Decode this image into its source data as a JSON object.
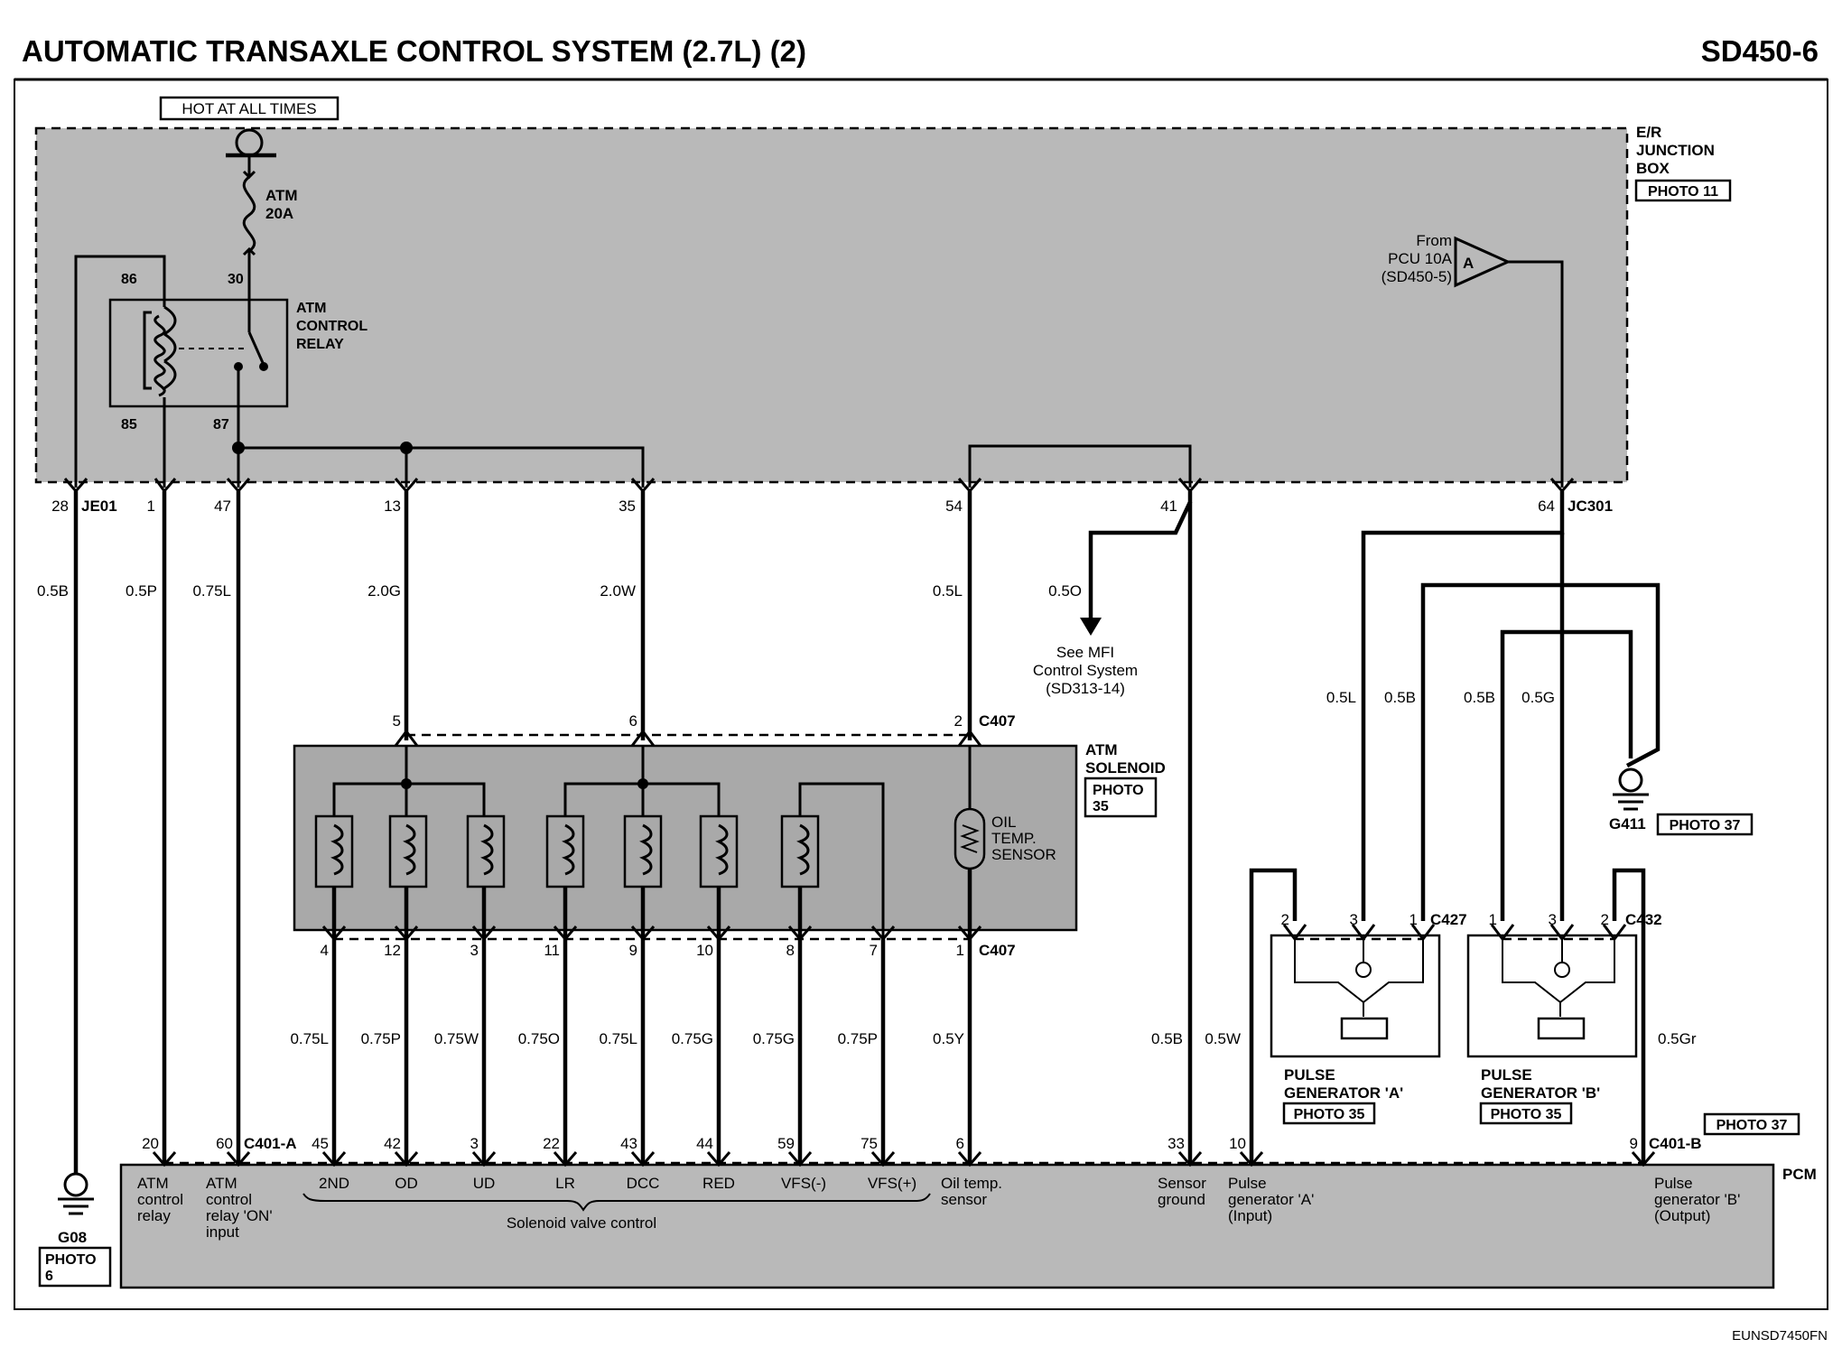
{
  "header": {
    "title": "AUTOMATIC TRANSAXLE CONTROL SYSTEM (2.7L) (2)",
    "code": "SD450-6"
  },
  "footer_code": "EUNSD7450FN",
  "hot": "HOT AT ALL TIMES",
  "fuse": {
    "name": "ATM",
    "rating": "20A"
  },
  "junction_box": {
    "l1": "E/R",
    "l2": "JUNCTION",
    "l3": "BOX",
    "photo": "PHOTO 11"
  },
  "relay": {
    "l1": "ATM",
    "l2": "CONTROL",
    "l3": "RELAY",
    "pin86": "86",
    "pin30": "30",
    "pin85": "85",
    "pin87": "87"
  },
  "from_pcu": {
    "l1": "From",
    "l2": "PCU 10A",
    "l3": "(SD450-5)",
    "conn": "A"
  },
  "connectors": {
    "je01": "JE01",
    "jc301": "JC301",
    "c407a": "C407",
    "c407b": "C407",
    "c427": "C427",
    "c432": "C432",
    "c401a": "C401-A",
    "c401b": "C401-B"
  },
  "pins_top": {
    "p28": "28",
    "p1": "1",
    "p47": "47",
    "p13": "13",
    "p35": "35",
    "p54": "54",
    "p41": "41",
    "p64": "64"
  },
  "wires_top": {
    "w1": "0.5B",
    "w2": "0.5P",
    "w3": "0.75L",
    "w4": "2.0G",
    "w5": "2.0W",
    "w6": "0.5L",
    "w7": "0.5O"
  },
  "mfi": {
    "l1": "See MFI",
    "l2": "Control System",
    "l3": "(SD313-14)"
  },
  "solenoid": {
    "l1": "ATM",
    "l2": "SOLENOID",
    "photo1": "PHOTO",
    "photo2": "35",
    "in5": "5",
    "in6": "6",
    "in2": "2"
  },
  "oil_sensor": {
    "l1": "OIL",
    "l2": "TEMP.",
    "l3": "SENSOR"
  },
  "sol_pins": [
    "4",
    "12",
    "3",
    "11",
    "9",
    "10",
    "8",
    "7",
    "1"
  ],
  "sol_wires": [
    "0.75L",
    "0.75P",
    "0.75W",
    "0.75O",
    "0.75L",
    "0.75G",
    "0.75G",
    "0.75P",
    "0.5Y"
  ],
  "right_wires": {
    "r1": "0.5B",
    "r2": "0.5W",
    "r3": "0.5Gr",
    "pgl": "0.5L",
    "pgb": "0.5B",
    "pg2b": "0.5B",
    "pg2g": "0.5G"
  },
  "pg_a": {
    "l1": "PULSE",
    "l2": "GENERATOR 'A'",
    "photo": "PHOTO 35",
    "p2": "2",
    "p3": "3",
    "p1": "1"
  },
  "pg_b": {
    "l1": "PULSE",
    "l2": "GENERATOR 'B'",
    "photo": "PHOTO 35",
    "p1": "1",
    "p3": "3",
    "p2": "2"
  },
  "ground_g411": {
    "name": "G411",
    "photo": "PHOTO 37"
  },
  "ground_g08": {
    "name": "G08",
    "photo1": "PHOTO",
    "photo2": "6"
  },
  "pcm": {
    "name": "PCM",
    "photo": "PHOTO 37"
  },
  "pcm_pins": [
    "20",
    "60",
    "45",
    "42",
    "3",
    "22",
    "43",
    "44",
    "59",
    "75",
    "6",
    "33",
    "10",
    "9"
  ],
  "pcm_labels": {
    "atm1": "ATM",
    "atm2": "control",
    "atm3": "relay",
    "atm4": "ATM",
    "atm5": "control",
    "atm6": "relay 'ON'",
    "atm7": "input",
    "s2nd": "2ND",
    "sod": "OD",
    "sud": "UD",
    "slr": "LR",
    "sdcc": "DCC",
    "sred": "RED",
    "svfsm": "VFS(-)",
    "svfsp": "VFS(+)",
    "oil1": "Oil temp.",
    "oil2": "sensor",
    "sg1": "Sensor",
    "sg2": "ground",
    "pga1": "Pulse",
    "pga2": "generator 'A'",
    "pga3": "(Input)",
    "pgb1": "Pulse",
    "pgb2": "generator 'B'",
    "pgb3": "(Output)",
    "svc": "Solenoid valve control"
  }
}
